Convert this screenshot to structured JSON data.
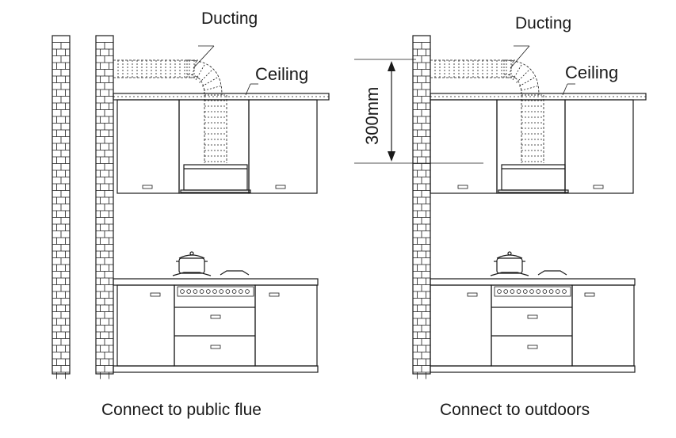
{
  "diagrams": [
    {
      "ducting_label": "Ducting",
      "ceiling_label": "Ceiling",
      "caption": "Connect to public flue"
    },
    {
      "ducting_label": "Ducting",
      "ceiling_label": "Ceiling",
      "caption": "Connect to outdoors",
      "dimension_label": "300mm"
    }
  ],
  "colors": {
    "line": "#1a1a1a",
    "background": "#ffffff"
  }
}
